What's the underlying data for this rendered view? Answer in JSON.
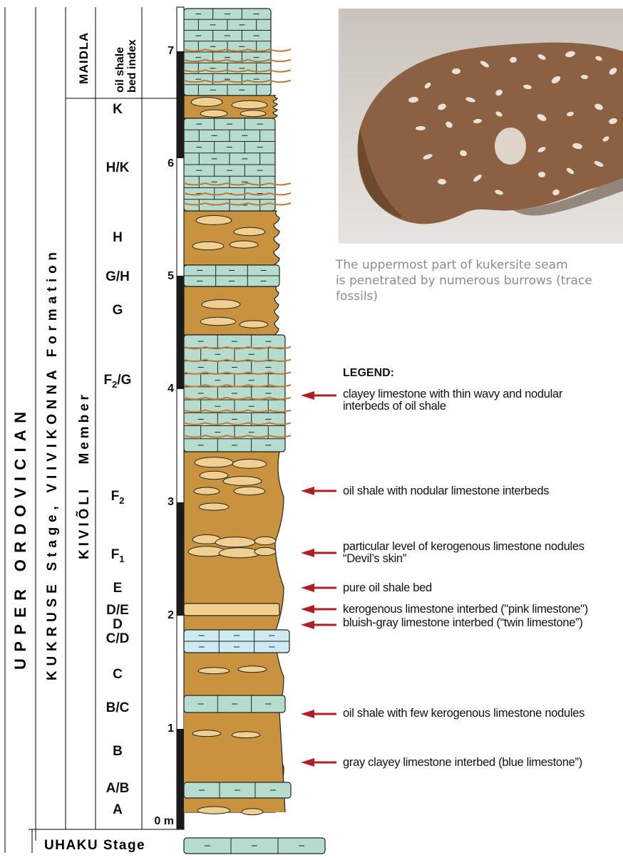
{
  "columns": {
    "system": "UPPER ORDOVICIAN",
    "formation": "KUKRUSE Stage, VIIVIKONNA Formation",
    "member_lower": "KIVIÕLI   Member",
    "member_upper": "MAIDLA",
    "index_header": [
      "oil shale",
      "bed index"
    ],
    "base_stage": "UHAKU Stage"
  },
  "beds": [
    {
      "id": "K",
      "label": "K"
    },
    {
      "id": "HK",
      "label": "H/K"
    },
    {
      "id": "H",
      "label": "H"
    },
    {
      "id": "GH",
      "label": "G/H"
    },
    {
      "id": "G",
      "label": "G"
    },
    {
      "id": "F2G",
      "label": "F2/G",
      "main": "F",
      "sub": "2",
      "tail": "/G"
    },
    {
      "id": "F2",
      "label": "F2",
      "main": "F",
      "sub": "2",
      "tail": ""
    },
    {
      "id": "F1",
      "label": "F1",
      "main": "F",
      "sub": "1",
      "tail": ""
    },
    {
      "id": "E",
      "label": "E"
    },
    {
      "id": "DE",
      "label": "D/E"
    },
    {
      "id": "D",
      "label": "D"
    },
    {
      "id": "CD",
      "label": "C/D"
    },
    {
      "id": "C",
      "label": "C"
    },
    {
      "id": "BC",
      "label": "B/C"
    },
    {
      "id": "B",
      "label": "B"
    },
    {
      "id": "AB",
      "label": "A/B"
    },
    {
      "id": "A",
      "label": "A"
    }
  ],
  "depth_scale": {
    "labels": [
      "7",
      "6",
      "5",
      "4",
      "3",
      "2",
      "1",
      "0 m"
    ]
  },
  "photo": {
    "caption": "The uppermost part of kukersite seam\nis penetrated by numerous burrows (trace\nfossils)"
  },
  "legend": {
    "title": "LEGEND:",
    "items": [
      {
        "text": "clayey limestone with thin wavy and nodular\ninterbeds of oil shale"
      },
      {
        "text": "oil shale with nodular limestone interbeds"
      },
      {
        "text": "particular level of kerogenous limestone nodules\n“Devil’s skin”"
      },
      {
        "text": "pure oil shale bed"
      },
      {
        "text": "kerogenous limestone interbed (\"pink limestone\")"
      },
      {
        "text": "bluish-gray limestone interbed (“twin limestone”)"
      },
      {
        "text": "oil shale with few kerogenous limestone nodules"
      },
      {
        "text": "gray clayey limestone interbed (blue limestone”)"
      }
    ]
  },
  "colors": {
    "oil_shale": "#c9923f",
    "limestone": "#b5dccd",
    "bluish_limestone": "#cdeaf0",
    "nodule": "#f0d091",
    "pink_limestone": "#f2d08e",
    "arrow": "#b21e28",
    "wavy": "#c17a35"
  }
}
